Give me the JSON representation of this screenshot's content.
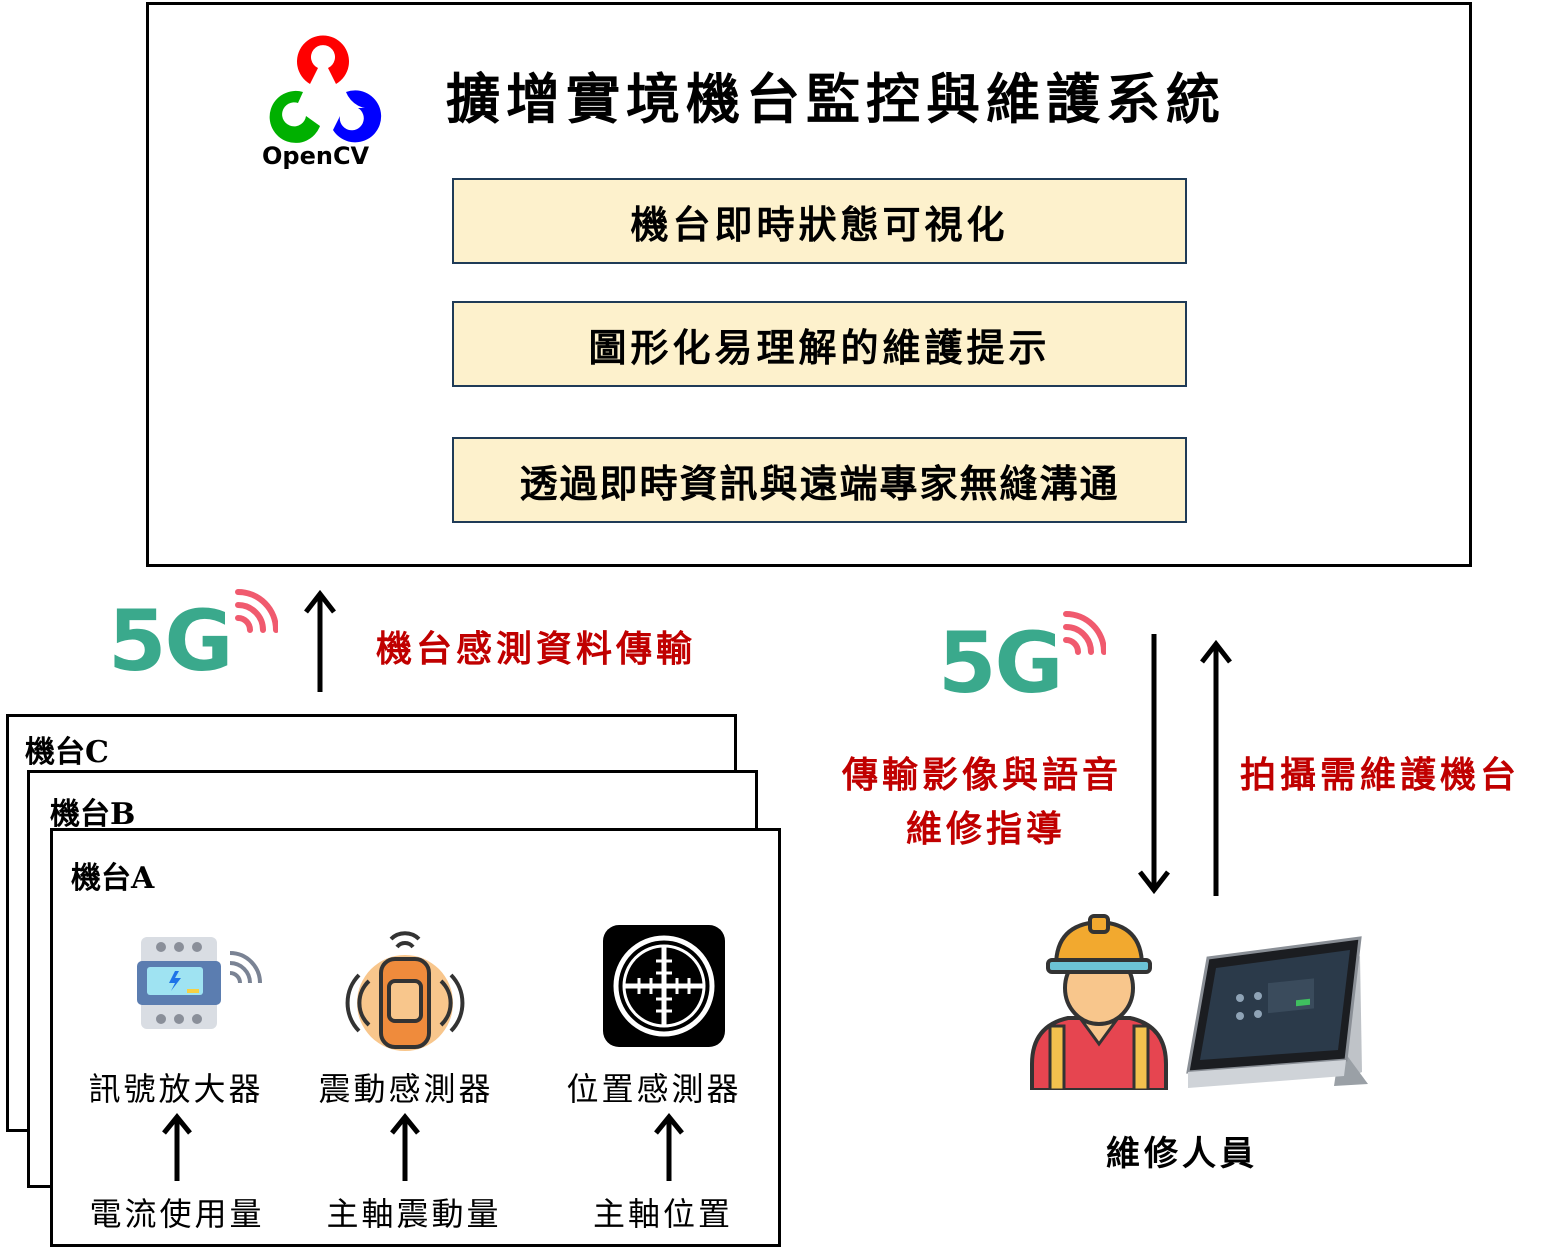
{
  "header": {
    "logo_text": "OpenCV",
    "title": "擴增實境機台監控與維護系統",
    "features": [
      "機台即時狀態可視化",
      "圖形化易理解的維護提示",
      "透過即時資訊與遠端專家無縫溝通"
    ]
  },
  "left": {
    "network": "5G",
    "transfer_label": "機台感測資料傳輸",
    "machines": [
      "機台C",
      "機台B",
      "機台A"
    ],
    "sensors": [
      {
        "name": "訊號放大器",
        "icon": "meter-icon",
        "input": "電流使用量"
      },
      {
        "name": "震動感測器",
        "icon": "vibration-icon",
        "input": "主軸震動量"
      },
      {
        "name": "位置感測器",
        "icon": "crosshair-icon",
        "input": "主軸位置"
      }
    ]
  },
  "right": {
    "network": "5G",
    "down_label_line1": "傳輸影像與語音",
    "down_label_line2": "維修指導",
    "up_label": "拍攝需維護機台",
    "person_label": "維修人員"
  },
  "colors": {
    "accent_red": "#c00000",
    "feature_bg": "#fdf1cc",
    "five_g_green": "#3aa98c",
    "signal_pink": "#f05a6e"
  }
}
